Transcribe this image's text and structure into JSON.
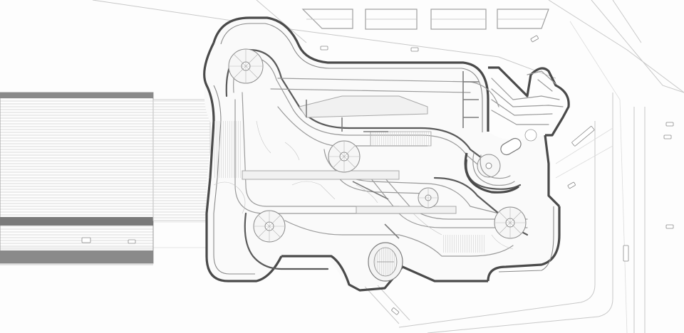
{
  "title": "",
  "colors": {
    "background": "#fdfdfd",
    "outline": "#4a4a4a",
    "ramp": "#9a9a9a",
    "platform_band": "#7a7a7a",
    "canopy_fill": "#f4f4f4"
  },
  "elements": {
    "station_platforms": "rail-platform-hatch",
    "terminal": "terminal-building-outline",
    "ramps": "elevated-ramp-network",
    "spiral_stairs": "spiral-stair-core",
    "parking": "parking-canopy-row",
    "roads": "road-network",
    "vehicles": "car-icon"
  }
}
